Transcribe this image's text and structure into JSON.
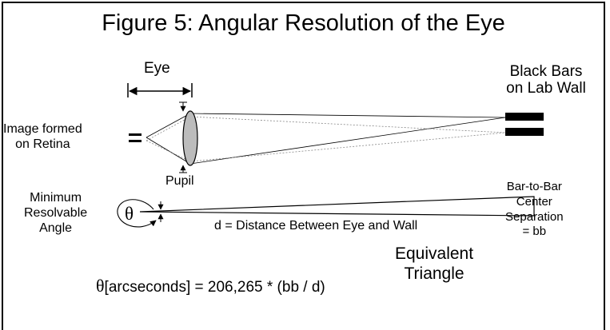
{
  "title": "Figure 5: Angular Resolution of the Eye",
  "labels": {
    "eye": "Eye",
    "black_bars_line1": "Black Bars",
    "black_bars_line2": "on Lab Wall",
    "retina_line1": "Image formed",
    "retina_line2": "on Retina",
    "pupil": "Pupil",
    "min_res_line1": "Minimum",
    "min_res_line2": "Resolvable",
    "min_res_line3": "Angle",
    "theta_symbol": "θ",
    "separation_line1": "Bar-to-Bar",
    "separation_line2": "Center",
    "separation_line3": "Separation",
    "separation_line4": "= bb",
    "distance": "d = Distance Between Eye and Wall",
    "equivalent_line1": "Equivalent",
    "equivalent_line2": "Triangle"
  },
  "formula": {
    "theta": "θ",
    "rest": "[arcseconds] = 206,265 * (bb / d)"
  }
}
